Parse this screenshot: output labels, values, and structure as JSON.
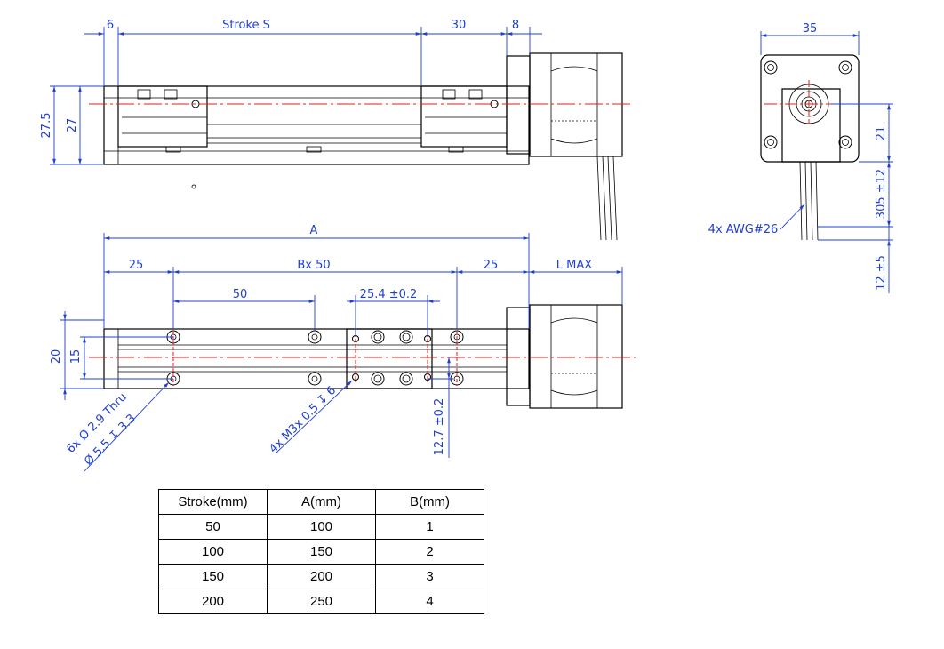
{
  "dimensions": {
    "top_view": {
      "d6": "6",
      "stroke": "Stroke S",
      "d30": "30",
      "d8": "8",
      "h27_5": "27.5",
      "h27": "27",
      "d35": "35",
      "d21": "21",
      "d305": "305 ±12",
      "awg": "4x AWG#26",
      "d12": "12 ±5"
    },
    "bottom_view": {
      "A": "A",
      "d25_left": "25",
      "bx50": "Bx 50",
      "d25_right": "25",
      "lmax": "L MAX",
      "d50": "50",
      "d25_4": "25.4 ±0.2",
      "h20": "20",
      "h15": "15",
      "d12_7": "12.7 ±0.2",
      "holes_line1": "6x Ø 2.9 Thru",
      "holes_line2": "Ø 5.5 ↧ 3.3",
      "tapped": "4x M3x 0.5 ↧ 6"
    }
  },
  "table": {
    "headers": [
      "Stroke(mm)",
      "A(mm)",
      "B(mm)"
    ],
    "rows": [
      [
        "50",
        "100",
        "1"
      ],
      [
        "100",
        "150",
        "2"
      ],
      [
        "150",
        "200",
        "3"
      ],
      [
        "200",
        "250",
        "4"
      ]
    ]
  }
}
